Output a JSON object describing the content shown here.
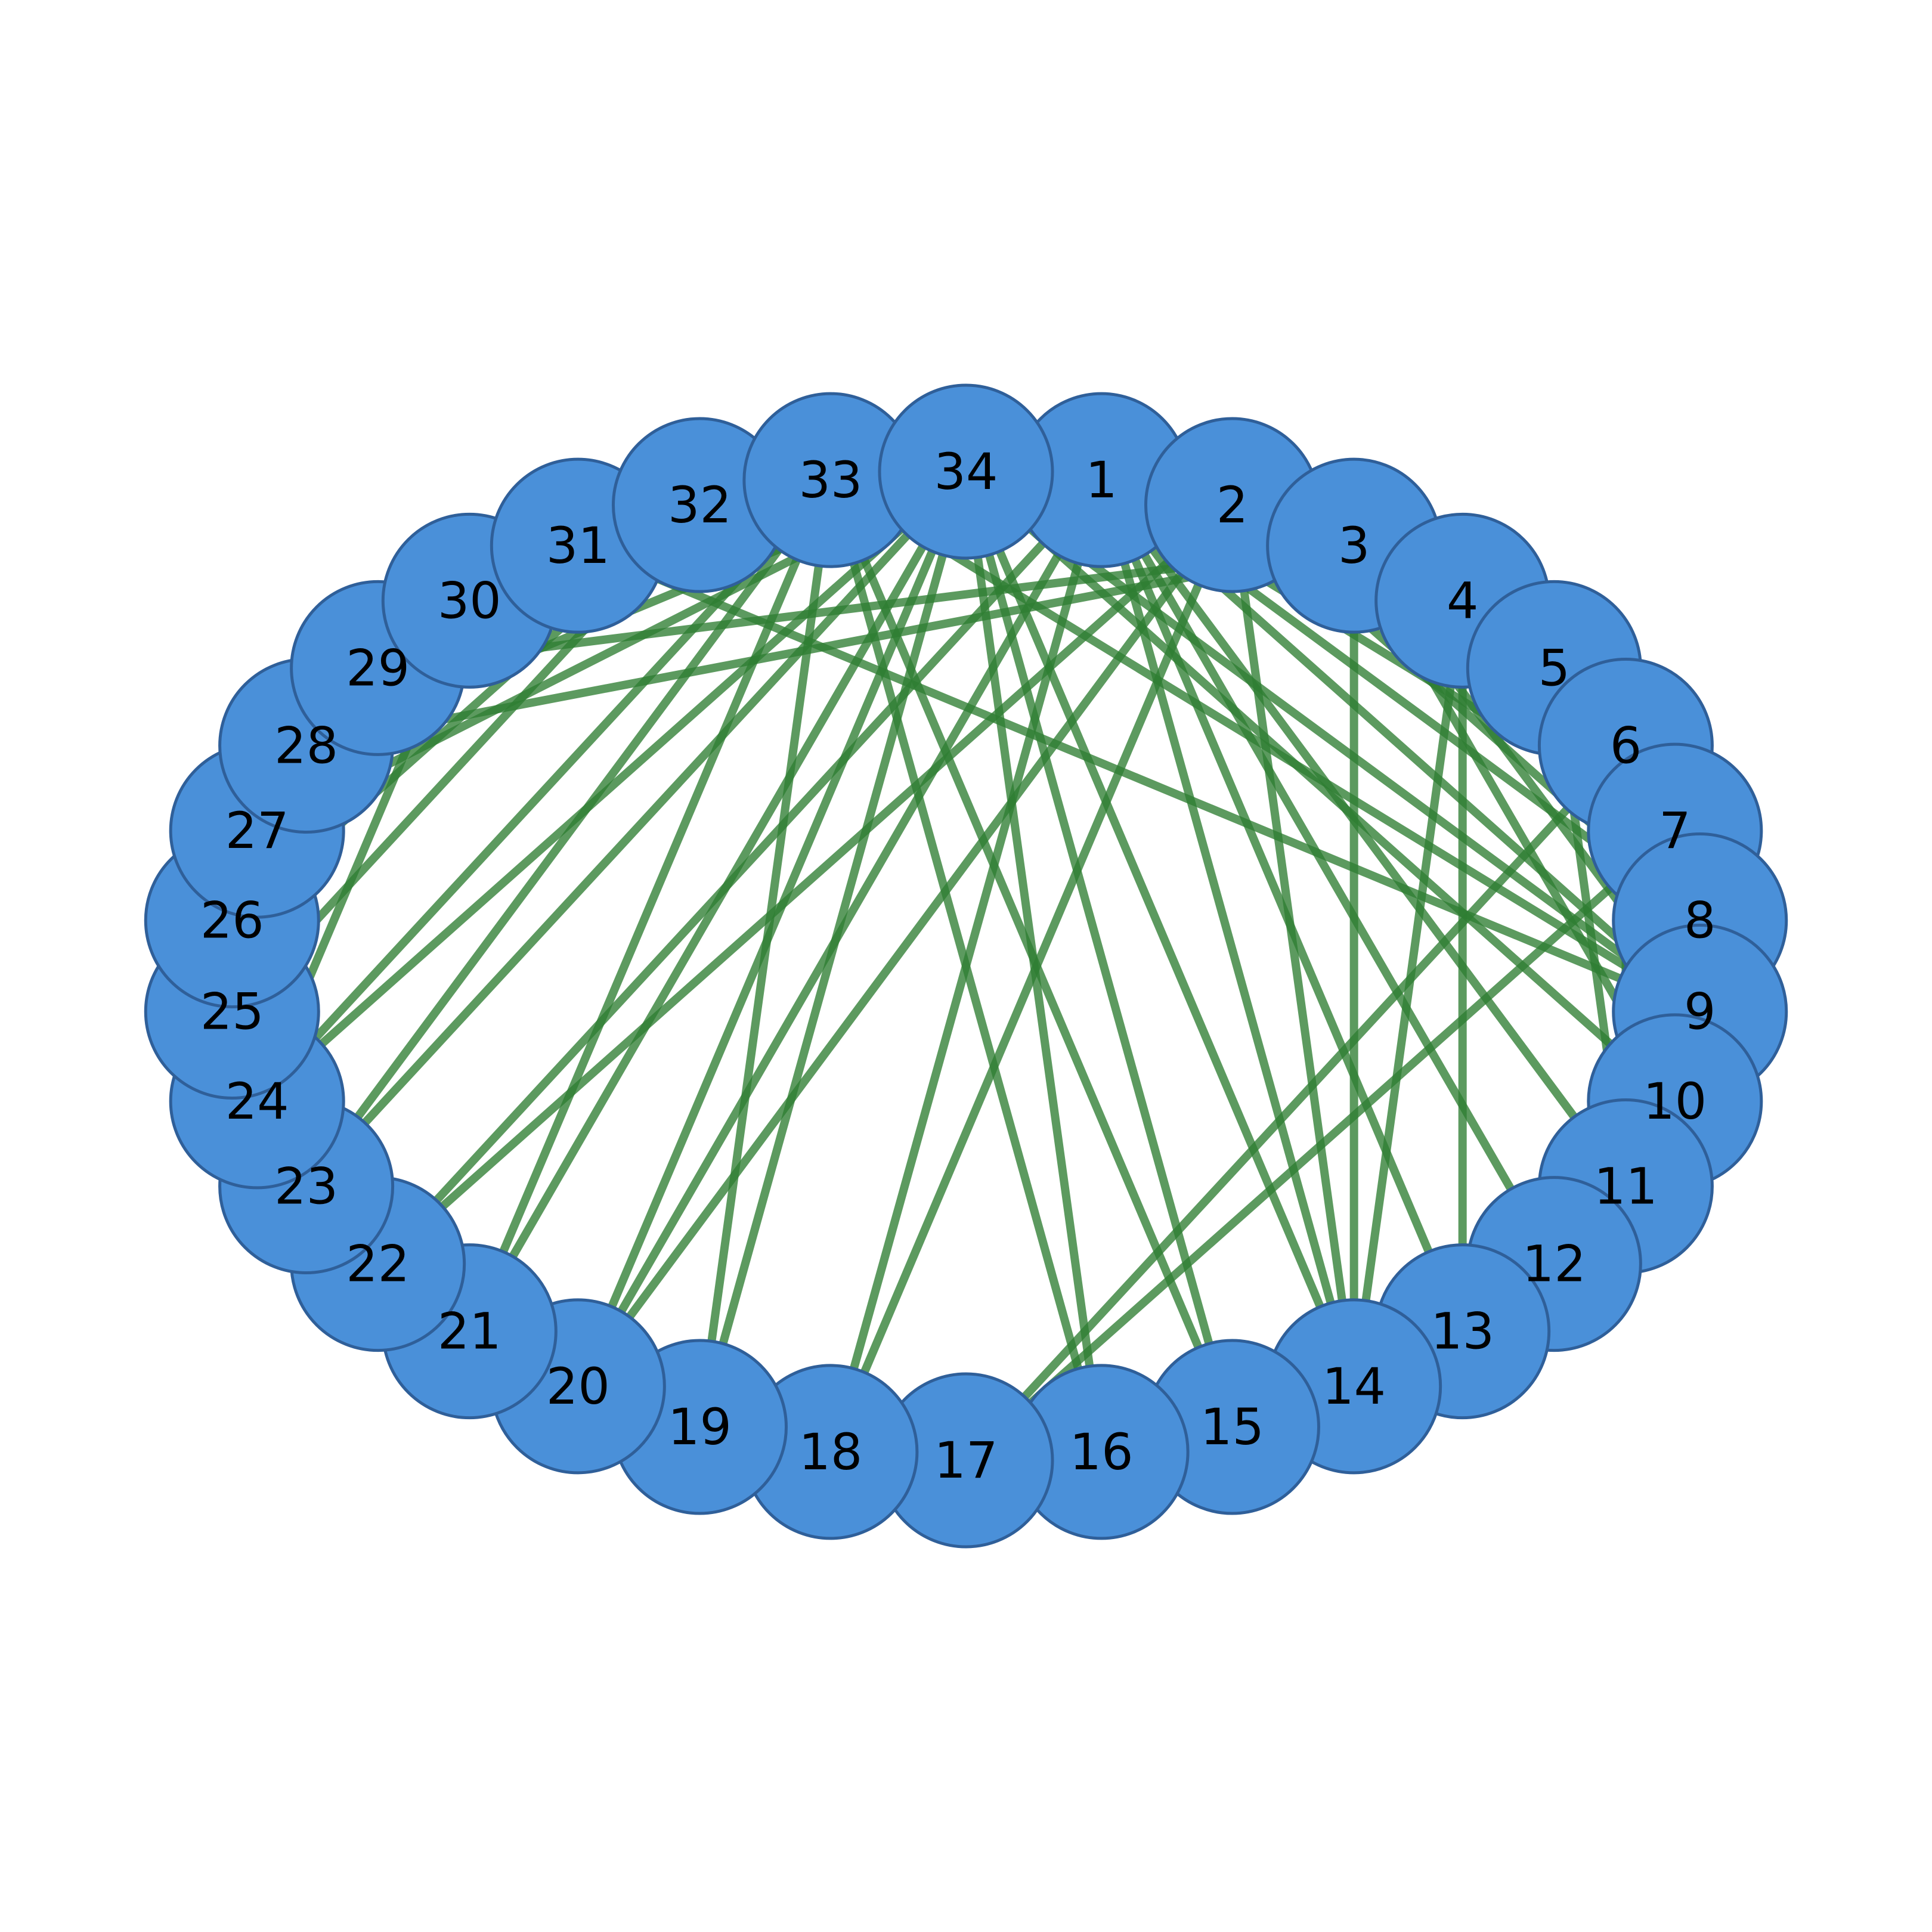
{
  "graph": {
    "type": "network",
    "layout": "circular",
    "colors": {
      "node_fill": "#4a90d9",
      "node_border": "#2f5f99",
      "edge": "#2e7d32",
      "label": "#000000"
    },
    "nodes": [
      "1",
      "2",
      "3",
      "4",
      "5",
      "6",
      "7",
      "8",
      "9",
      "10",
      "11",
      "12",
      "13",
      "14",
      "15",
      "16",
      "17",
      "18",
      "19",
      "20",
      "21",
      "22",
      "23",
      "24",
      "25",
      "26",
      "27",
      "28",
      "29",
      "30",
      "31",
      "32",
      "33",
      "34"
    ],
    "edges": [
      [
        "1",
        "2"
      ],
      [
        "1",
        "3"
      ],
      [
        "1",
        "4"
      ],
      [
        "1",
        "5"
      ],
      [
        "1",
        "6"
      ],
      [
        "1",
        "7"
      ],
      [
        "1",
        "8"
      ],
      [
        "1",
        "9"
      ],
      [
        "1",
        "11"
      ],
      [
        "1",
        "12"
      ],
      [
        "1",
        "13"
      ],
      [
        "1",
        "14"
      ],
      [
        "1",
        "18"
      ],
      [
        "1",
        "20"
      ],
      [
        "1",
        "22"
      ],
      [
        "1",
        "32"
      ],
      [
        "2",
        "3"
      ],
      [
        "2",
        "4"
      ],
      [
        "2",
        "8"
      ],
      [
        "2",
        "14"
      ],
      [
        "2",
        "18"
      ],
      [
        "2",
        "20"
      ],
      [
        "2",
        "22"
      ],
      [
        "2",
        "31"
      ],
      [
        "3",
        "4"
      ],
      [
        "3",
        "8"
      ],
      [
        "3",
        "9"
      ],
      [
        "3",
        "10"
      ],
      [
        "3",
        "14"
      ],
      [
        "3",
        "28"
      ],
      [
        "3",
        "29"
      ],
      [
        "3",
        "33"
      ],
      [
        "4",
        "8"
      ],
      [
        "4",
        "13"
      ],
      [
        "4",
        "14"
      ],
      [
        "5",
        "7"
      ],
      [
        "5",
        "11"
      ],
      [
        "6",
        "7"
      ],
      [
        "6",
        "11"
      ],
      [
        "6",
        "17"
      ],
      [
        "7",
        "17"
      ],
      [
        "9",
        "31"
      ],
      [
        "9",
        "33"
      ],
      [
        "9",
        "34"
      ],
      [
        "10",
        "34"
      ],
      [
        "14",
        "34"
      ],
      [
        "15",
        "33"
      ],
      [
        "15",
        "34"
      ],
      [
        "16",
        "33"
      ],
      [
        "16",
        "34"
      ],
      [
        "19",
        "33"
      ],
      [
        "19",
        "34"
      ],
      [
        "20",
        "34"
      ],
      [
        "21",
        "33"
      ],
      [
        "21",
        "34"
      ],
      [
        "23",
        "33"
      ],
      [
        "23",
        "34"
      ],
      [
        "24",
        "26"
      ],
      [
        "24",
        "28"
      ],
      [
        "24",
        "30"
      ],
      [
        "24",
        "33"
      ],
      [
        "24",
        "34"
      ],
      [
        "25",
        "26"
      ],
      [
        "25",
        "28"
      ],
      [
        "25",
        "32"
      ],
      [
        "26",
        "32"
      ],
      [
        "27",
        "30"
      ],
      [
        "27",
        "34"
      ],
      [
        "28",
        "34"
      ],
      [
        "29",
        "32"
      ],
      [
        "29",
        "34"
      ],
      [
        "30",
        "33"
      ],
      [
        "30",
        "34"
      ],
      [
        "31",
        "33"
      ],
      [
        "31",
        "34"
      ],
      [
        "32",
        "33"
      ],
      [
        "32",
        "34"
      ],
      [
        "33",
        "34"
      ]
    ]
  }
}
